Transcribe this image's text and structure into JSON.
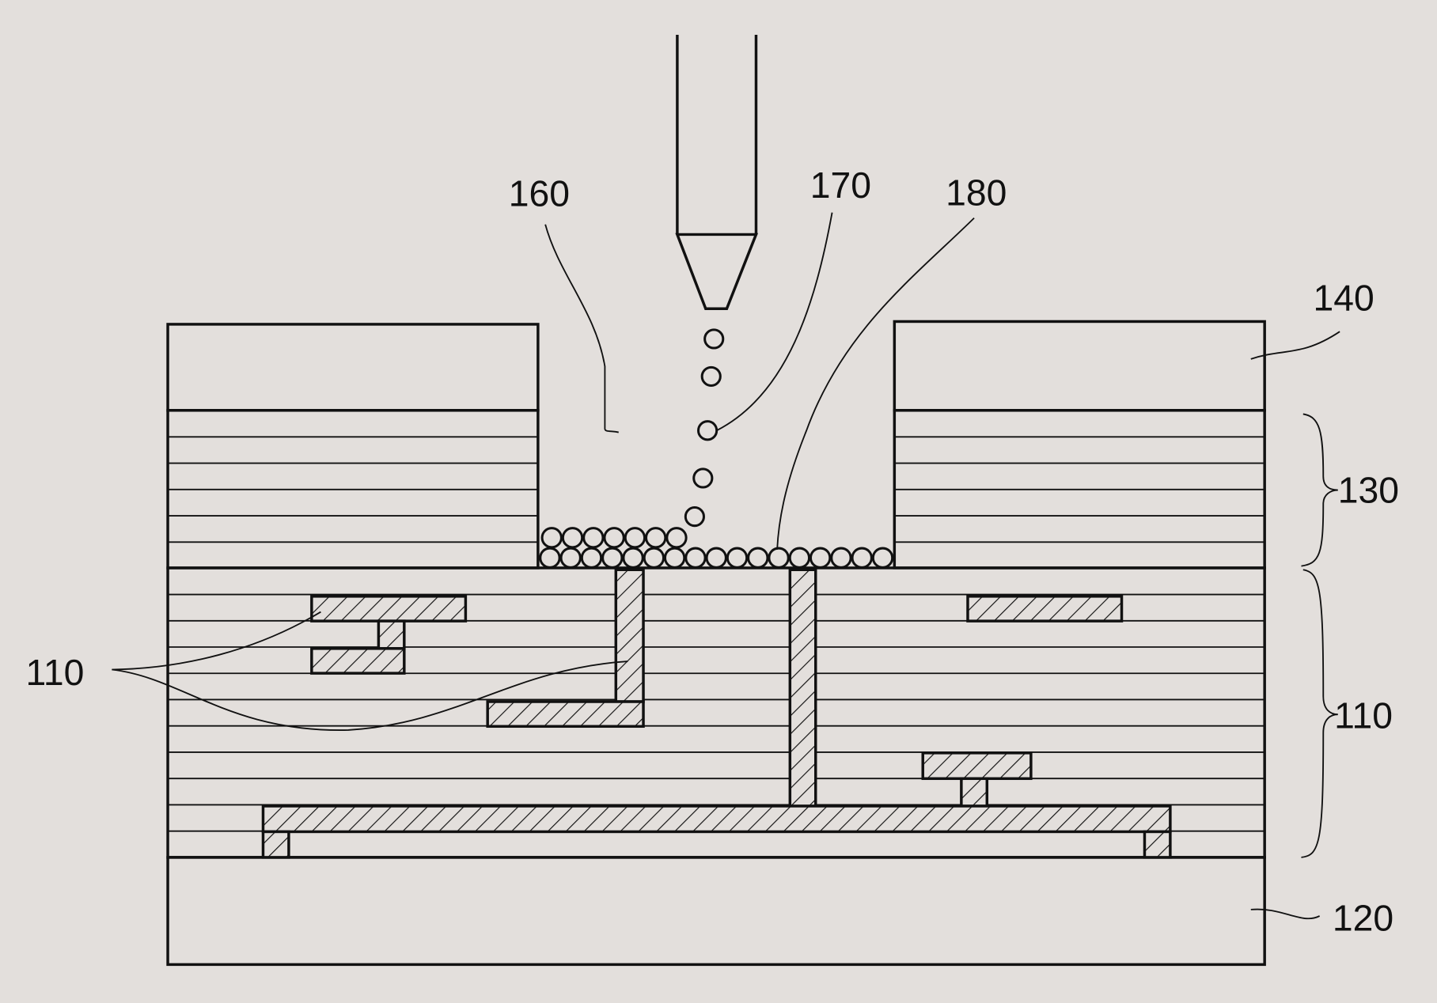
{
  "labels": {
    "l160": "160",
    "l170": "170",
    "l180": "180",
    "l140": "140",
    "l130": "130",
    "l110_right": "110",
    "l110_left": "110",
    "l120": "120"
  },
  "colors": {
    "background": "#e3dfdc",
    "ink": "#111111"
  }
}
